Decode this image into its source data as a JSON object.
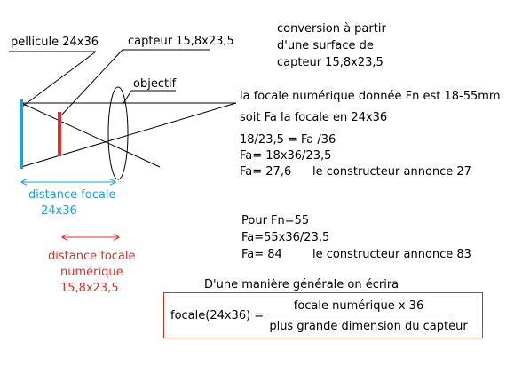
{
  "labels": {
    "film": "pellicule 24x36",
    "sensor": "capteur 15,8x23,5",
    "lens": "objectif",
    "focal_24x36_line1": "distance focale",
    "focal_24x36_line2": "24x36",
    "focal_num_line1": "distance focale",
    "focal_num_line2": "numérique",
    "focal_num_line3": "15,8x23,5"
  },
  "conversion": {
    "line1": "conversion à partir",
    "line2": "d'une surface de",
    "line3": "capteur 15,8x23,5"
  },
  "example1": {
    "line1": "la focale numérique donnée  Fn  est 18-55mm",
    "line2": "soit Fa la focale en  24x36",
    "calc1": "18/23,5 = Fa /36",
    "calc2": "Fa= 18x36/23,5",
    "result": "Fa= 27,6",
    "maker": "le constructeur annonce 27"
  },
  "example2": {
    "line1": "Pour Fn=55",
    "calc": "Fa=55x36/23,5",
    "result": "Fa= 84",
    "maker": "le constructeur annonce 83"
  },
  "general": {
    "intro": "D'une manière générale on écrira",
    "lhs": "focale(24x36) =",
    "numerator": "focale numérique x 36",
    "denominator": "plus grande dimension du capteur"
  },
  "colors": {
    "film_bar": "#1e9fd6",
    "sensor_bar": "#d8322e",
    "box_border": "#c0392b"
  }
}
